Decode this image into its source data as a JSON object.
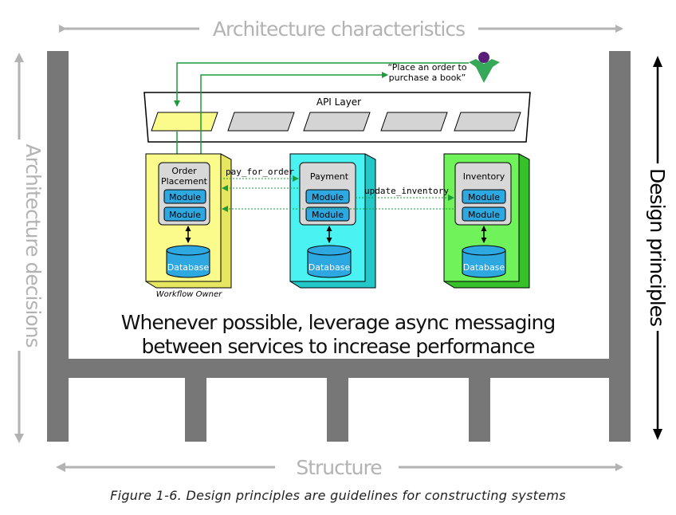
{
  "axes": {
    "top_label": "Architecture characteristics",
    "left_label": "Architecture decisions",
    "right_label": "Design principles",
    "bottom_label": "Structure"
  },
  "diagram": {
    "user_quote_line1": "“Place an order to",
    "user_quote_line2": "purchase a book”",
    "api_layer_label": "API Layer",
    "services": [
      {
        "name_line1": "Order",
        "name_line2": "Placement",
        "module1": "Module",
        "module2": "Module",
        "database": "Database",
        "color": "#fbfb8c",
        "front_color": "#f5f54a"
      },
      {
        "name_line1": "Payment",
        "name_line2": "",
        "module1": "Module",
        "module2": "Module",
        "database": "Database",
        "color": "#4af2f2",
        "front_color": "#22e0e0"
      },
      {
        "name_line1": "Inventory",
        "name_line2": "",
        "module1": "Module",
        "module2": "Module",
        "database": "Database",
        "color": "#6ff25a",
        "front_color": "#47e83a"
      }
    ],
    "message_pay": "pay_for_order",
    "message_inventory": "update_inventory",
    "workflow_owner": "Workflow Owner",
    "principle_line1": "Whenever possible, leverage async messaging",
    "principle_line2": "between services  to increase performance"
  },
  "caption": "Figure 1-6. Design principles are guidelines for constructing systems",
  "colors": {
    "structure_gray": "#777777",
    "axis_gray": "#b3b3b3",
    "arrow_green": "#1e9c3c",
    "module_blue": "#2ea8e0",
    "api_active": "#fbfb8c",
    "api_idle": "#d4d4d4"
  }
}
